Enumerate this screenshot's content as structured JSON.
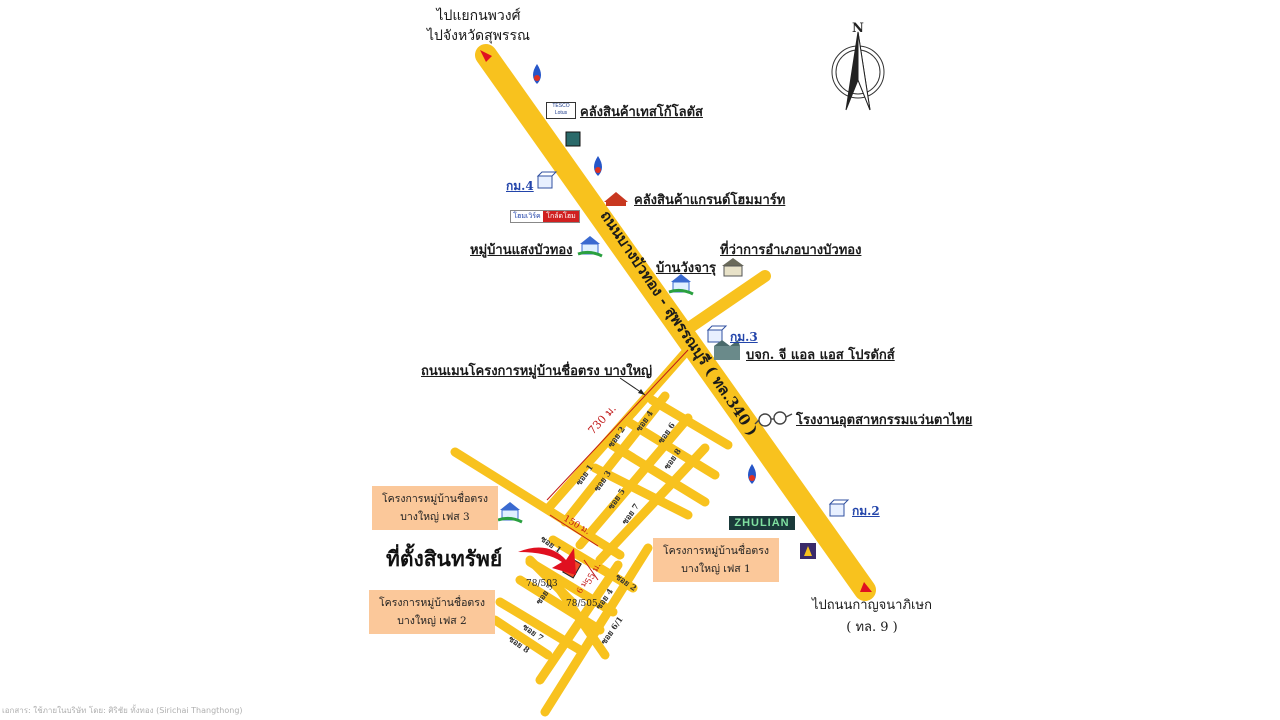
{
  "map": {
    "road_main": "ถนนบางบัวทอง - สุพรรณบุรี ( ทล.340 )",
    "dir_top_line1": "ไปแยกนพวงศ์",
    "dir_top_line2": "ไปจังหวัดสุพรรณ",
    "dir_bottom_line1": "ไปถนนกาญจนาภิเษก",
    "dir_bottom_line2": "( ทล. 9 )",
    "north": "N",
    "landmarks": {
      "tesco": "คลังสินค้าเทสโก้โลตัส",
      "grand": "คลังสินค้าแกรนด์โฮมมาร์ท",
      "saeng": "หมู่บ้านแสงบัวทอง",
      "wangcharu": "บ้านวังจารุ",
      "district": "ที่ว่าการอำเภอบางบัวทอง",
      "gls": "บจก. จี แอล แอส โปรดักส์",
      "glass": "โรงงานอุตสาหกรรมแว่นตาไทย",
      "main_road_project": "ถนนเมนโครงการหมู่บ้านชื่อตรง บางใหญ่",
      "zhulian": "ZHULIAN",
      "tesco_logo": "TESCO Lotus",
      "homepro_logo_a": "โฮมเวิร์ค",
      "homepro_logo_b": "โกล์ดโฮม"
    },
    "km": {
      "k4": "กม.4",
      "k3": "กม.3",
      "k2": "กม.2"
    },
    "projects": {
      "phase3_line1": "โครงการหมู่บ้านชื่อตรง",
      "phase3_line2": "บางใหญ่ เฟส 3",
      "phase1_line1": "โครงการหมู่บ้านชื่อตรง",
      "phase1_line2": "บางใหญ่ เฟส 1",
      "phase2_line1": "โครงการหมู่บ้านชื่อตรง",
      "phase2_line2": "บางใหญ่ เฟส 2"
    },
    "property_label": "ที่ตั้งสินทรัพย์",
    "distances": {
      "d730": "730 ม.",
      "d150": "150 ม.",
      "d55": "55 ม.",
      "d6": "6 ม."
    },
    "plots": {
      "p503": "78/503",
      "p505": "78/505"
    },
    "soi": {
      "s1": "ซอย 1",
      "s2": "ซอย 2",
      "s3": "ซอย 3",
      "s4": "ซอย 4",
      "s5": "ซอย 5",
      "s6": "ซอย 6",
      "s7": "ซอย 7",
      "s8": "ซอย 8",
      "b1": "ซอย 1",
      "b2": "ซอย 2",
      "b4": "ซอย 4",
      "b5": "ซอย 5",
      "b6": "ซอย 6/1",
      "b7": "ซอย 7",
      "b8": "ซอย 8"
    },
    "colors": {
      "road": "#f8c21e",
      "label_box": "#fbc89a",
      "km_text": "#2244aa",
      "arrow": "#e01020"
    }
  },
  "footer": "เอกสาร: ใช้ภายในบริษัท โดย: ศิริชัย ทั้งทอง (Sirichai Thangthong)"
}
